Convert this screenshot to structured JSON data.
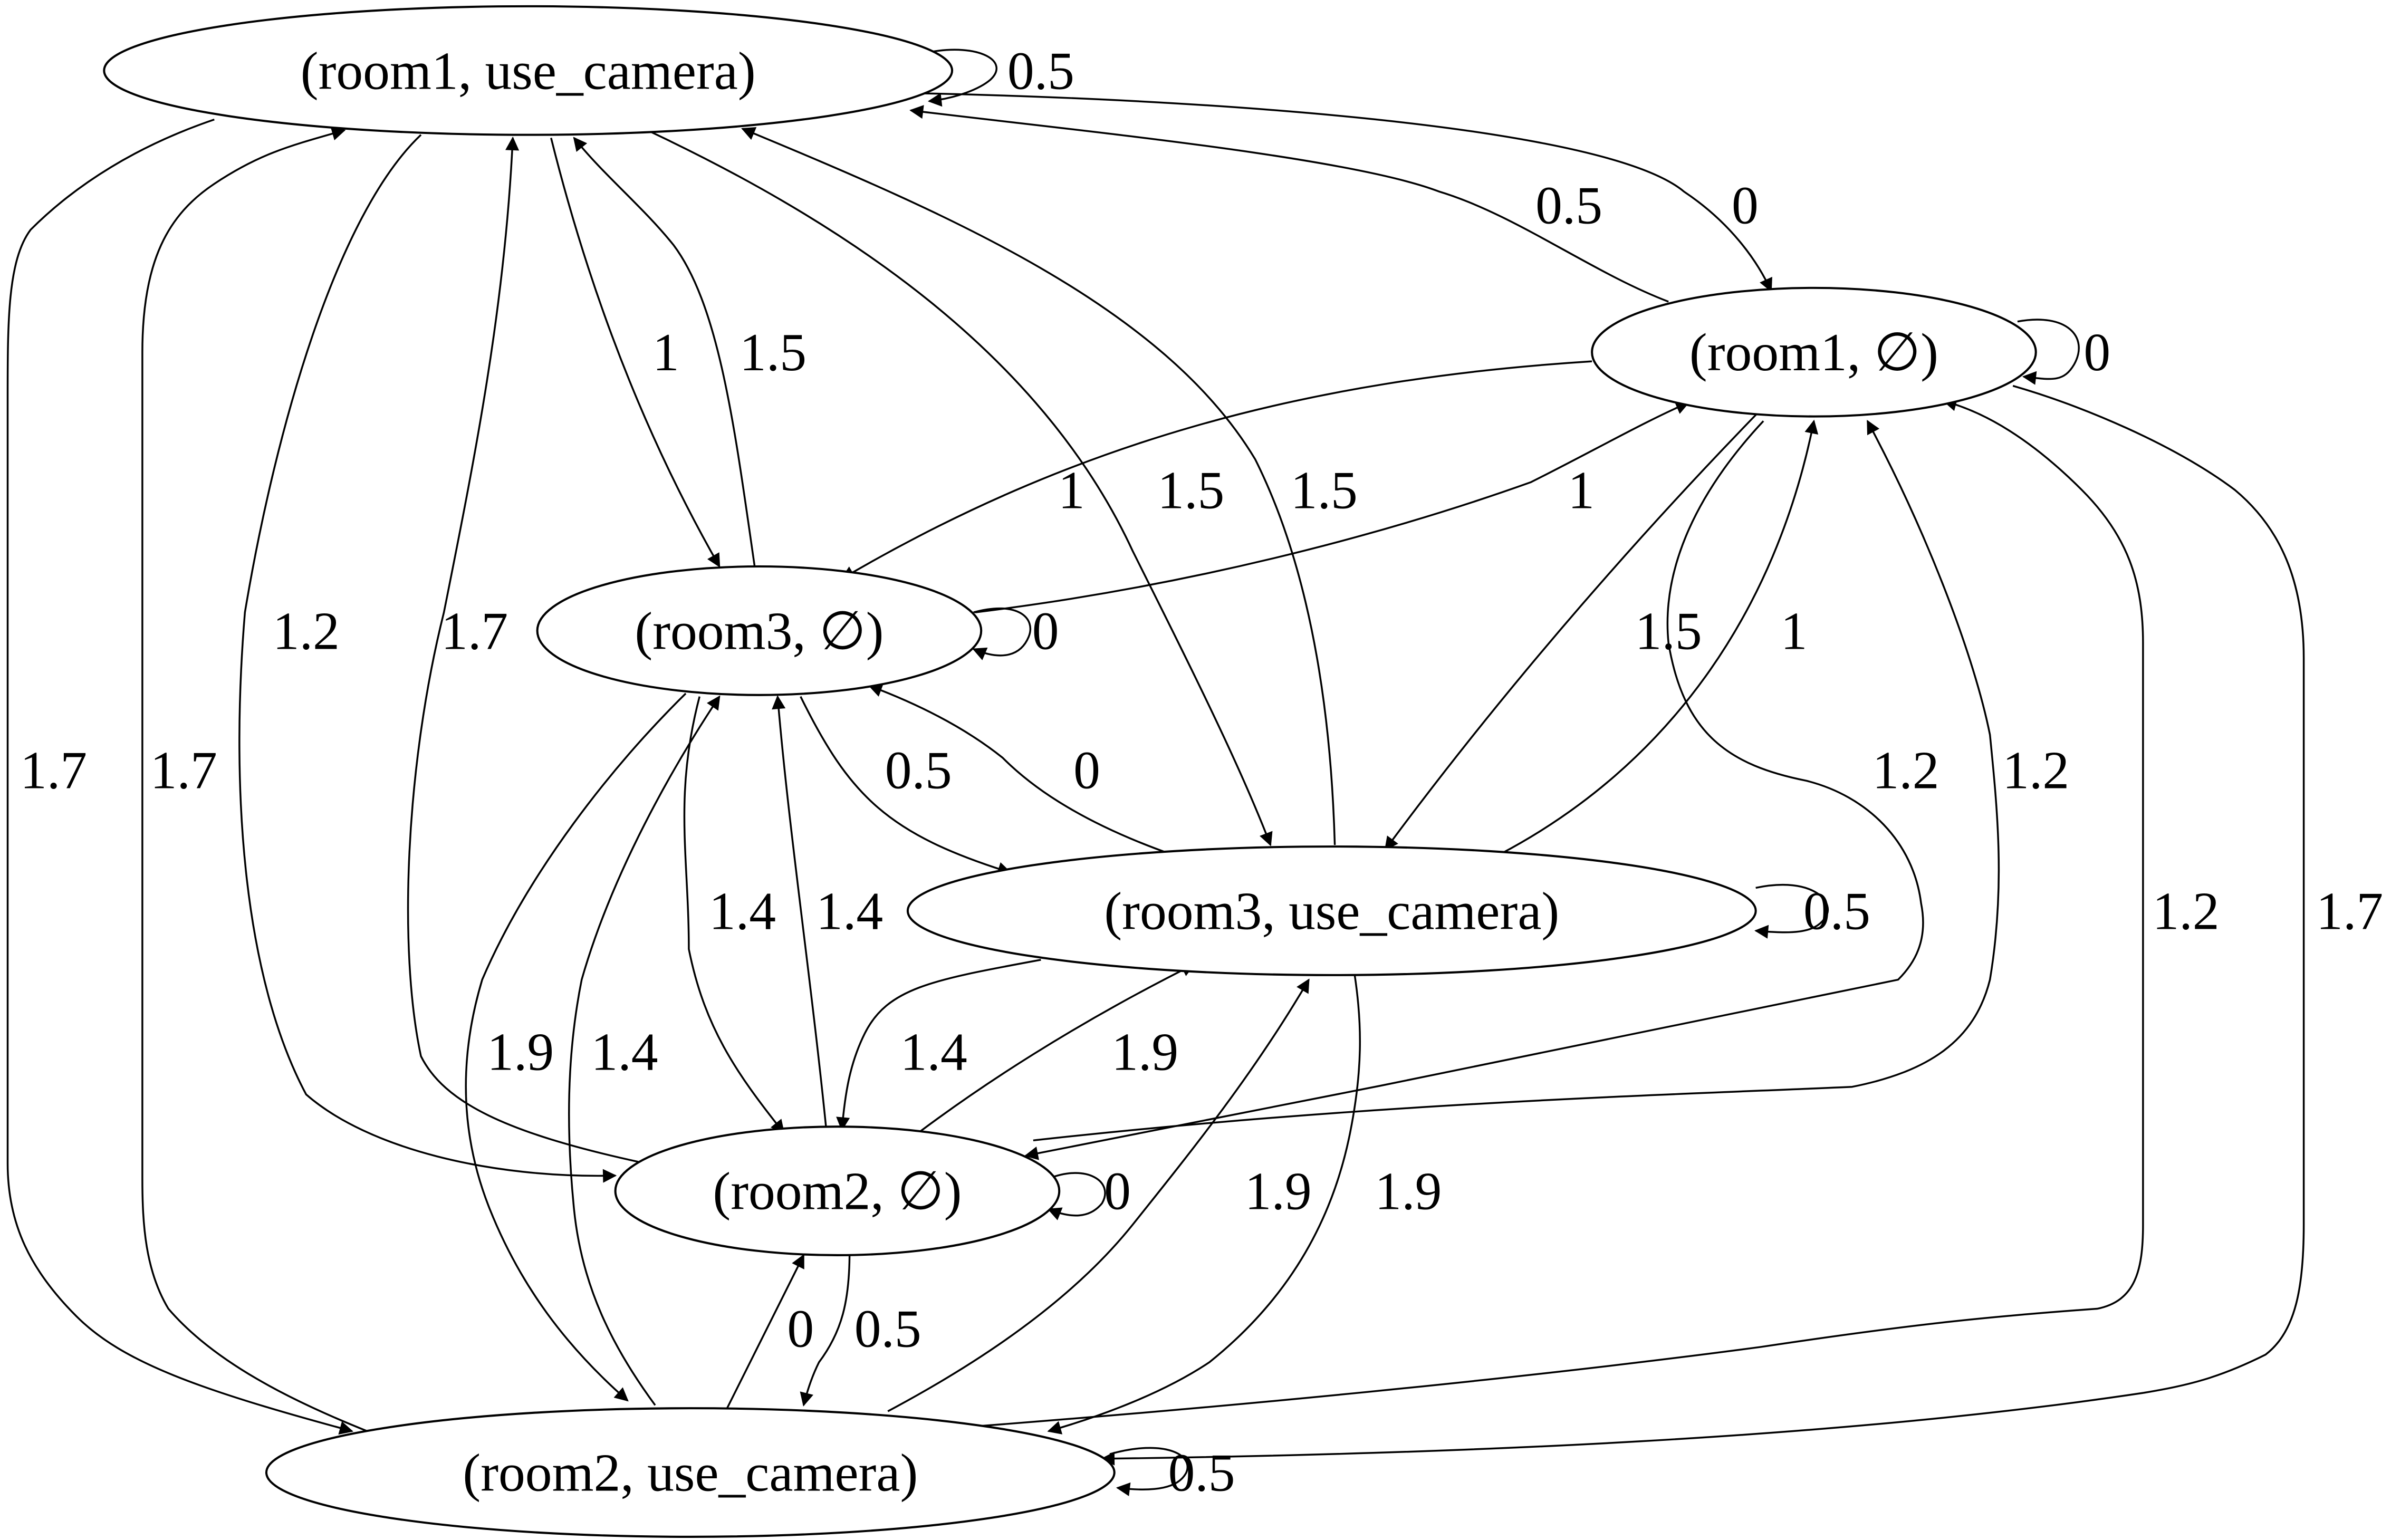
{
  "nodes": [
    {
      "id": "r1c",
      "label": "(room1, use_camera)"
    },
    {
      "id": "r1e",
      "label": "(room1, ∅)"
    },
    {
      "id": "r3e",
      "label": "(room3, ∅)"
    },
    {
      "id": "r3c",
      "label": "(room3, use_camera)"
    },
    {
      "id": "r2e",
      "label": "(room2, ∅)"
    },
    {
      "id": "r2c",
      "label": "(room2, use_camera)"
    }
  ],
  "edges": [
    {
      "from": "r1c",
      "to": "r1c",
      "weight": "0.5"
    },
    {
      "from": "r1c",
      "to": "r1e",
      "weight": "0"
    },
    {
      "from": "r1e",
      "to": "r1c",
      "weight": "0.5"
    },
    {
      "from": "r1e",
      "to": "r1e",
      "weight": "0"
    },
    {
      "from": "r1c",
      "to": "r3e",
      "weight": "1"
    },
    {
      "from": "r3e",
      "to": "r1c",
      "weight": "1.5"
    },
    {
      "from": "r1e",
      "to": "r3e",
      "weight": "1"
    },
    {
      "from": "r3e",
      "to": "r1e",
      "weight": "1"
    },
    {
      "from": "r3e",
      "to": "r3e",
      "weight": "0"
    },
    {
      "from": "r1c",
      "to": "r3c",
      "weight": "1.5"
    },
    {
      "from": "r3c",
      "to": "r1c",
      "weight": "1.5"
    },
    {
      "from": "r1e",
      "to": "r3c",
      "weight": "1.5"
    },
    {
      "from": "r3c",
      "to": "r1e",
      "weight": "1"
    },
    {
      "from": "r3c",
      "to": "r3c",
      "weight": "0.5"
    },
    {
      "from": "r3e",
      "to": "r3c",
      "weight": "0.5"
    },
    {
      "from": "r3c",
      "to": "r3e",
      "weight": "0"
    },
    {
      "from": "r1c",
      "to": "r2e",
      "weight": "1.2"
    },
    {
      "from": "r2e",
      "to": "r1c",
      "weight": "1.7"
    },
    {
      "from": "r1e",
      "to": "r2e",
      "weight": "1.2"
    },
    {
      "from": "r2e",
      "to": "r1e",
      "weight": "1.2"
    },
    {
      "from": "r3e",
      "to": "r2e",
      "weight": "1.4"
    },
    {
      "from": "r2e",
      "to": "r3e",
      "weight": "1.4"
    },
    {
      "from": "r3c",
      "to": "r2e",
      "weight": "1.4"
    },
    {
      "from": "r2e",
      "to": "r3c",
      "weight": "1.9"
    },
    {
      "from": "r2e",
      "to": "r2e",
      "weight": "0"
    },
    {
      "from": "r1c",
      "to": "r2c",
      "weight": "1.7"
    },
    {
      "from": "r2c",
      "to": "r1c",
      "weight": "1.7"
    },
    {
      "from": "r3e",
      "to": "r2c",
      "weight": "1.9"
    },
    {
      "from": "r2c",
      "to": "r3e",
      "weight": "1.4"
    },
    {
      "from": "r2c",
      "to": "r3c",
      "weight": "1.9"
    },
    {
      "from": "r3c",
      "to": "r2c",
      "weight": "1.9"
    },
    {
      "from": "r2e",
      "to": "r2c",
      "weight": "0.5"
    },
    {
      "from": "r2c",
      "to": "r2e",
      "weight": "0"
    },
    {
      "from": "r2c",
      "to": "r1e",
      "weight": "1.2"
    },
    {
      "from": "r1e",
      "to": "r2c",
      "weight": "1.7"
    },
    {
      "from": "r2c",
      "to": "r2c",
      "weight": "0.5"
    }
  ]
}
